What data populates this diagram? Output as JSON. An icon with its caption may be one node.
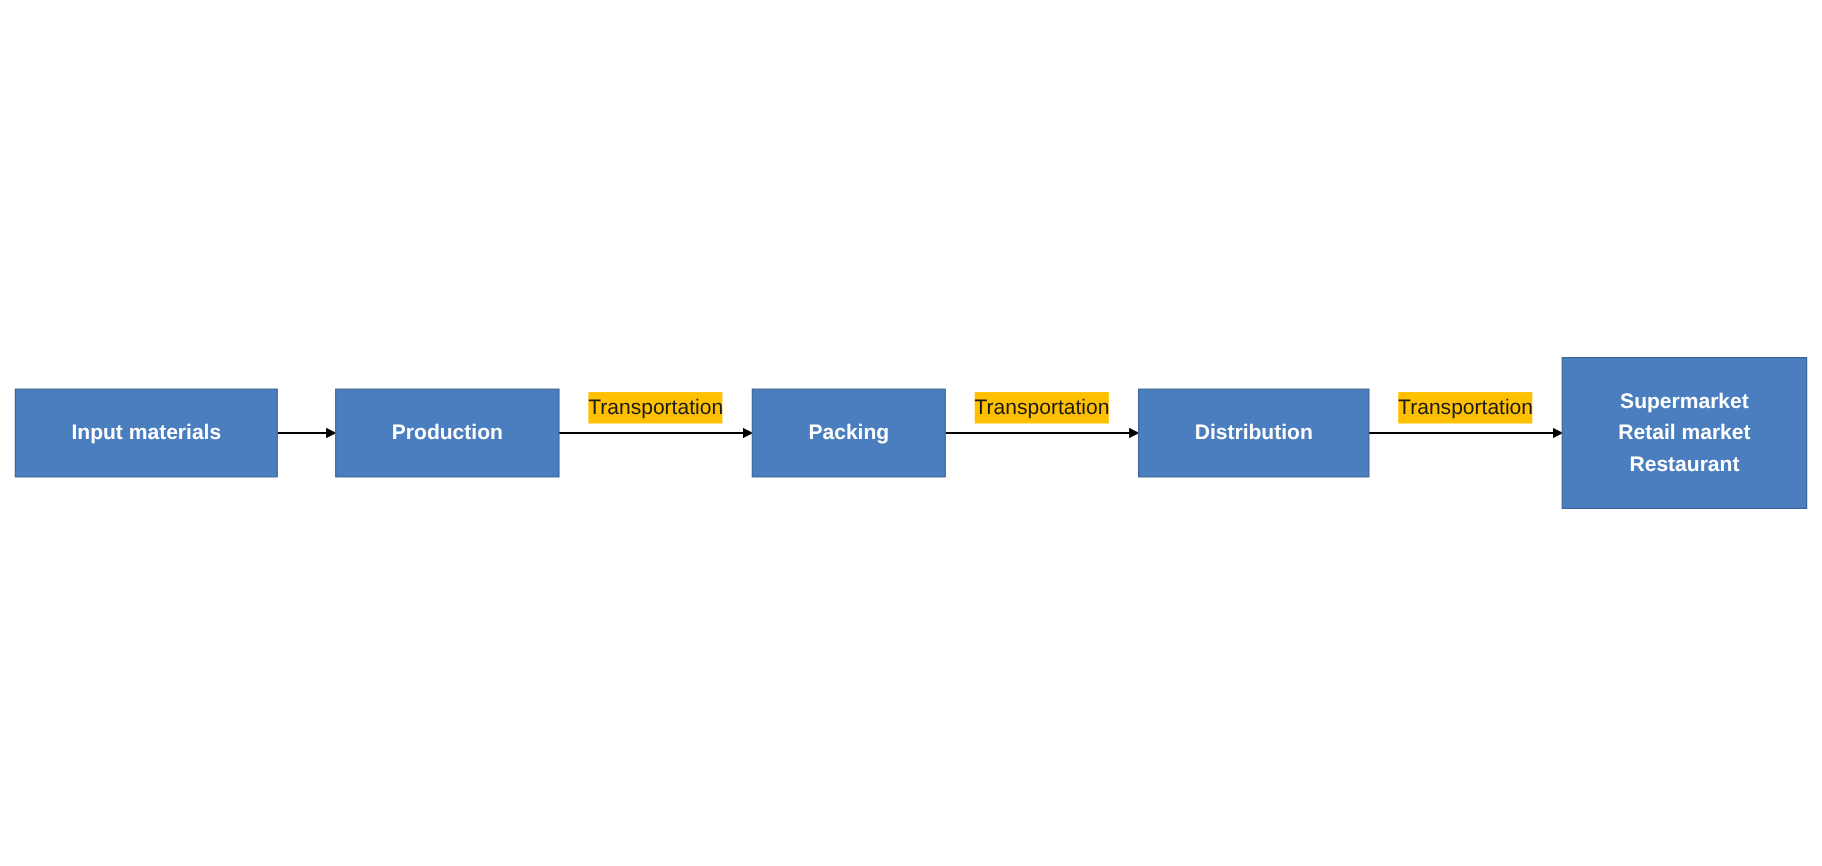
{
  "diagram": {
    "nodes": [
      {
        "text": [
          "Input materials"
        ]
      },
      {
        "text": [
          "Production"
        ]
      },
      {
        "text": [
          "Packing"
        ]
      },
      {
        "text": [
          "Distribution"
        ]
      },
      {
        "text": [
          "Supermarket",
          "Retail market",
          "Restaurant"
        ]
      }
    ],
    "edges": [
      {
        "from": 0,
        "to": 1,
        "arrow": "to"
      },
      {
        "from": 1,
        "to": 2,
        "arrow": "to",
        "label": "Transportation"
      },
      {
        "from": 2,
        "to": 3,
        "arrow": "to",
        "label": "Transportation"
      },
      {
        "from": 3,
        "to": 4,
        "arrow": "to",
        "label": "Transportation"
      }
    ]
  }
}
